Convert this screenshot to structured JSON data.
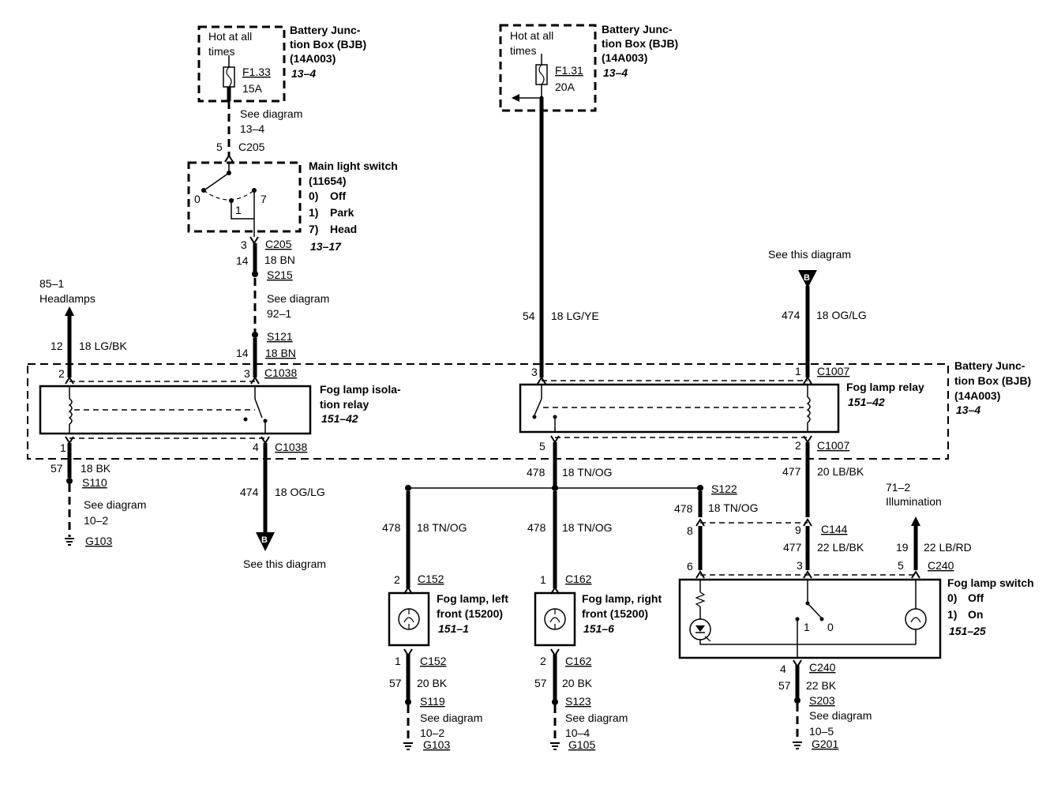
{
  "bjb_top_left": {
    "hot": [
      "Hot at all",
      "times"
    ],
    "fuse": "F1.33",
    "amps": "15A",
    "title": [
      "Battery Junc-",
      "tion Box (BJB)",
      "(14A003)"
    ],
    "ref": "13–4"
  },
  "bjb_top_right": {
    "hot": [
      "Hot at all",
      "times"
    ],
    "fuse": "F1.31",
    "amps": "20A",
    "title": [
      "Battery Junc-",
      "tion Box (BJB)",
      "(14A003)"
    ],
    "ref": "13–4"
  },
  "left_column": {
    "see1": [
      "See diagram",
      "13–4"
    ],
    "c205_top_pin": "5",
    "c205_top": "C205",
    "switch_title": [
      "Main light switch",
      "(11654)"
    ],
    "switch_positions": [
      {
        "num": "0)",
        "label": "Off"
      },
      {
        "num": "1)",
        "label": "Park"
      },
      {
        "num": "7)",
        "label": "Head"
      }
    ],
    "switch_ref": "13–17",
    "sw_pos_0": "0",
    "sw_pos_1": "1",
    "sw_pos_7": "7",
    "c205_bot_pin": "3",
    "c205_bot": "C205",
    "circuit_14a": "14",
    "wire_18bn_a": "18 BN",
    "s215": "S215",
    "see2": [
      "See diagram",
      "92–1"
    ],
    "s121": "S121",
    "circuit_14b": "14",
    "wire_18bn_b": "18 BN",
    "headlamps": [
      "85–1",
      "Headlamps"
    ],
    "circuit_12": "12",
    "wire_18lgbk": "18 LG/BK"
  },
  "isolation_relay": {
    "pin2": "2",
    "pin3": "3",
    "c1038_top": "C1038",
    "title": [
      "Fog lamp isola-",
      "tion relay"
    ],
    "ref": "151–42",
    "pin1": "1",
    "pin4": "4",
    "c1038_bot": "C1038"
  },
  "ground_left": {
    "circuit": "57",
    "wire": "18 BK",
    "splice": "S110",
    "see": [
      "See diagram",
      "10–2"
    ],
    "ground": "G103"
  },
  "b_left": {
    "circuit": "474",
    "wire": "18 OG/LG",
    "label": "B",
    "see": "See this diagram"
  },
  "center": {
    "circuit_54": "54",
    "wire_18lgye": "18 LG/YE"
  },
  "fog_relay": {
    "pin3": "3",
    "pin1": "1",
    "c1007_top": "C1007",
    "title": "Fog lamp relay",
    "ref": "151–42",
    "pin5": "5",
    "pin2": "2",
    "c1007_bot": "C1007"
  },
  "b_right": {
    "see": "See this diagram",
    "label": "B",
    "circuit": "474",
    "wire": "18 OG/LG"
  },
  "bjb_right_label": {
    "title": [
      "Battery Junc-",
      "tion Box (BJB)",
      "(14A003)"
    ],
    "ref": "13–4"
  },
  "bus_478": {
    "circuit": "478",
    "wire": "18 TN/OG",
    "splice": "S122"
  },
  "lamp_left": {
    "circuit": "478",
    "wire": "18 TN/OG",
    "pin_top": "2",
    "conn_top": "C152",
    "title": [
      "Fog lamp, left",
      "front (15200)"
    ],
    "ref": "151–1",
    "pin_bot": "1",
    "conn_bot": "C152",
    "gnd_circuit": "57",
    "gnd_wire": "20 BK",
    "splice": "S119",
    "see": [
      "See diagram",
      "10–2"
    ],
    "ground": "G103"
  },
  "lamp_right": {
    "circuit": "478",
    "wire": "18 TN/OG",
    "pin_top": "1",
    "conn_top": "C162",
    "title": [
      "Fog lamp, right",
      "front (15200)"
    ],
    "ref": "151–6",
    "pin_bot": "2",
    "conn_bot": "C162",
    "gnd_circuit": "57",
    "gnd_wire": "20 BK",
    "splice": "S123",
    "see": [
      "See diagram",
      "10–4"
    ],
    "ground": "G105"
  },
  "switch_right": {
    "circuit_477a": "477",
    "wire_20lbbk": "20 LB/BK",
    "illum": [
      "71–2",
      "Illumination"
    ],
    "circuit_478": "478",
    "wire_18tnog": "18 TN/OG",
    "pin8": "8",
    "pin9": "9",
    "c144": "C144",
    "circuit_477b": "477",
    "wire_22lbbk": "22 LB/BK",
    "circuit_19": "19",
    "wire_22lbrd": "22 LB/RD",
    "pin6": "6",
    "pin3": "3",
    "pin5": "5",
    "c240_top": "C240",
    "title": "Fog lamp switch",
    "positions": [
      {
        "num": "0)",
        "label": "Off"
      },
      {
        "num": "1)",
        "label": "On"
      }
    ],
    "ref": "151–25",
    "sw_pos_1": "1",
    "sw_pos_0": "0",
    "pin4": "4",
    "c240_bot": "C240",
    "gnd_circuit": "57",
    "gnd_wire": "22 BK",
    "splice": "S203",
    "see": [
      "See diagram",
      "10–5"
    ],
    "ground": "G201"
  }
}
